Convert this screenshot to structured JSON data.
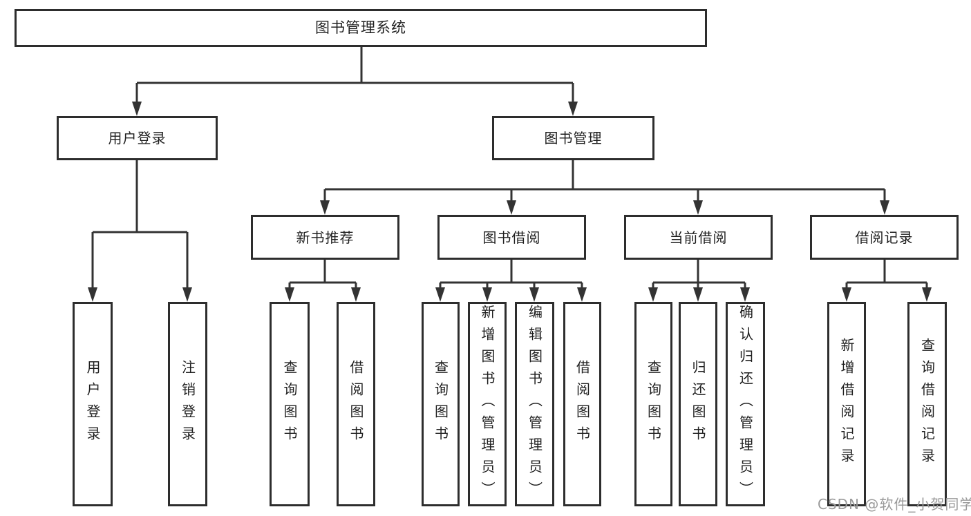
{
  "tree": {
    "label": "图书管理系统",
    "children": [
      {
        "label": "用户登录",
        "children": [
          {
            "label": "用户登录"
          },
          {
            "label": "注销登录"
          }
        ]
      },
      {
        "label": "图书管理",
        "children": [
          {
            "label": "新书推荐",
            "children": [
              {
                "label": "查询图书"
              },
              {
                "label": "借阅图书"
              }
            ]
          },
          {
            "label": "图书借阅",
            "children": [
              {
                "label": "查询图书"
              },
              {
                "label": "新增图书（管理员）"
              },
              {
                "label": "编辑图书（管理员）"
              },
              {
                "label": "借阅图书"
              }
            ]
          },
          {
            "label": "当前借阅",
            "children": [
              {
                "label": "查询图书"
              },
              {
                "label": "归还图书"
              },
              {
                "label": "确认归还（管理员）"
              }
            ]
          },
          {
            "label": "借阅记录",
            "children": [
              {
                "label": "新增借阅记录"
              },
              {
                "label": "查询借阅记录"
              }
            ]
          }
        ]
      }
    ]
  },
  "watermark": "CSDN @软件_小贺同学",
  "colors": {
    "line": "#333333",
    "box_border": "#2d2d2d",
    "text": "#1f1f1f",
    "watermark_text": "#9a9a9a",
    "background": "#ffffff"
  }
}
